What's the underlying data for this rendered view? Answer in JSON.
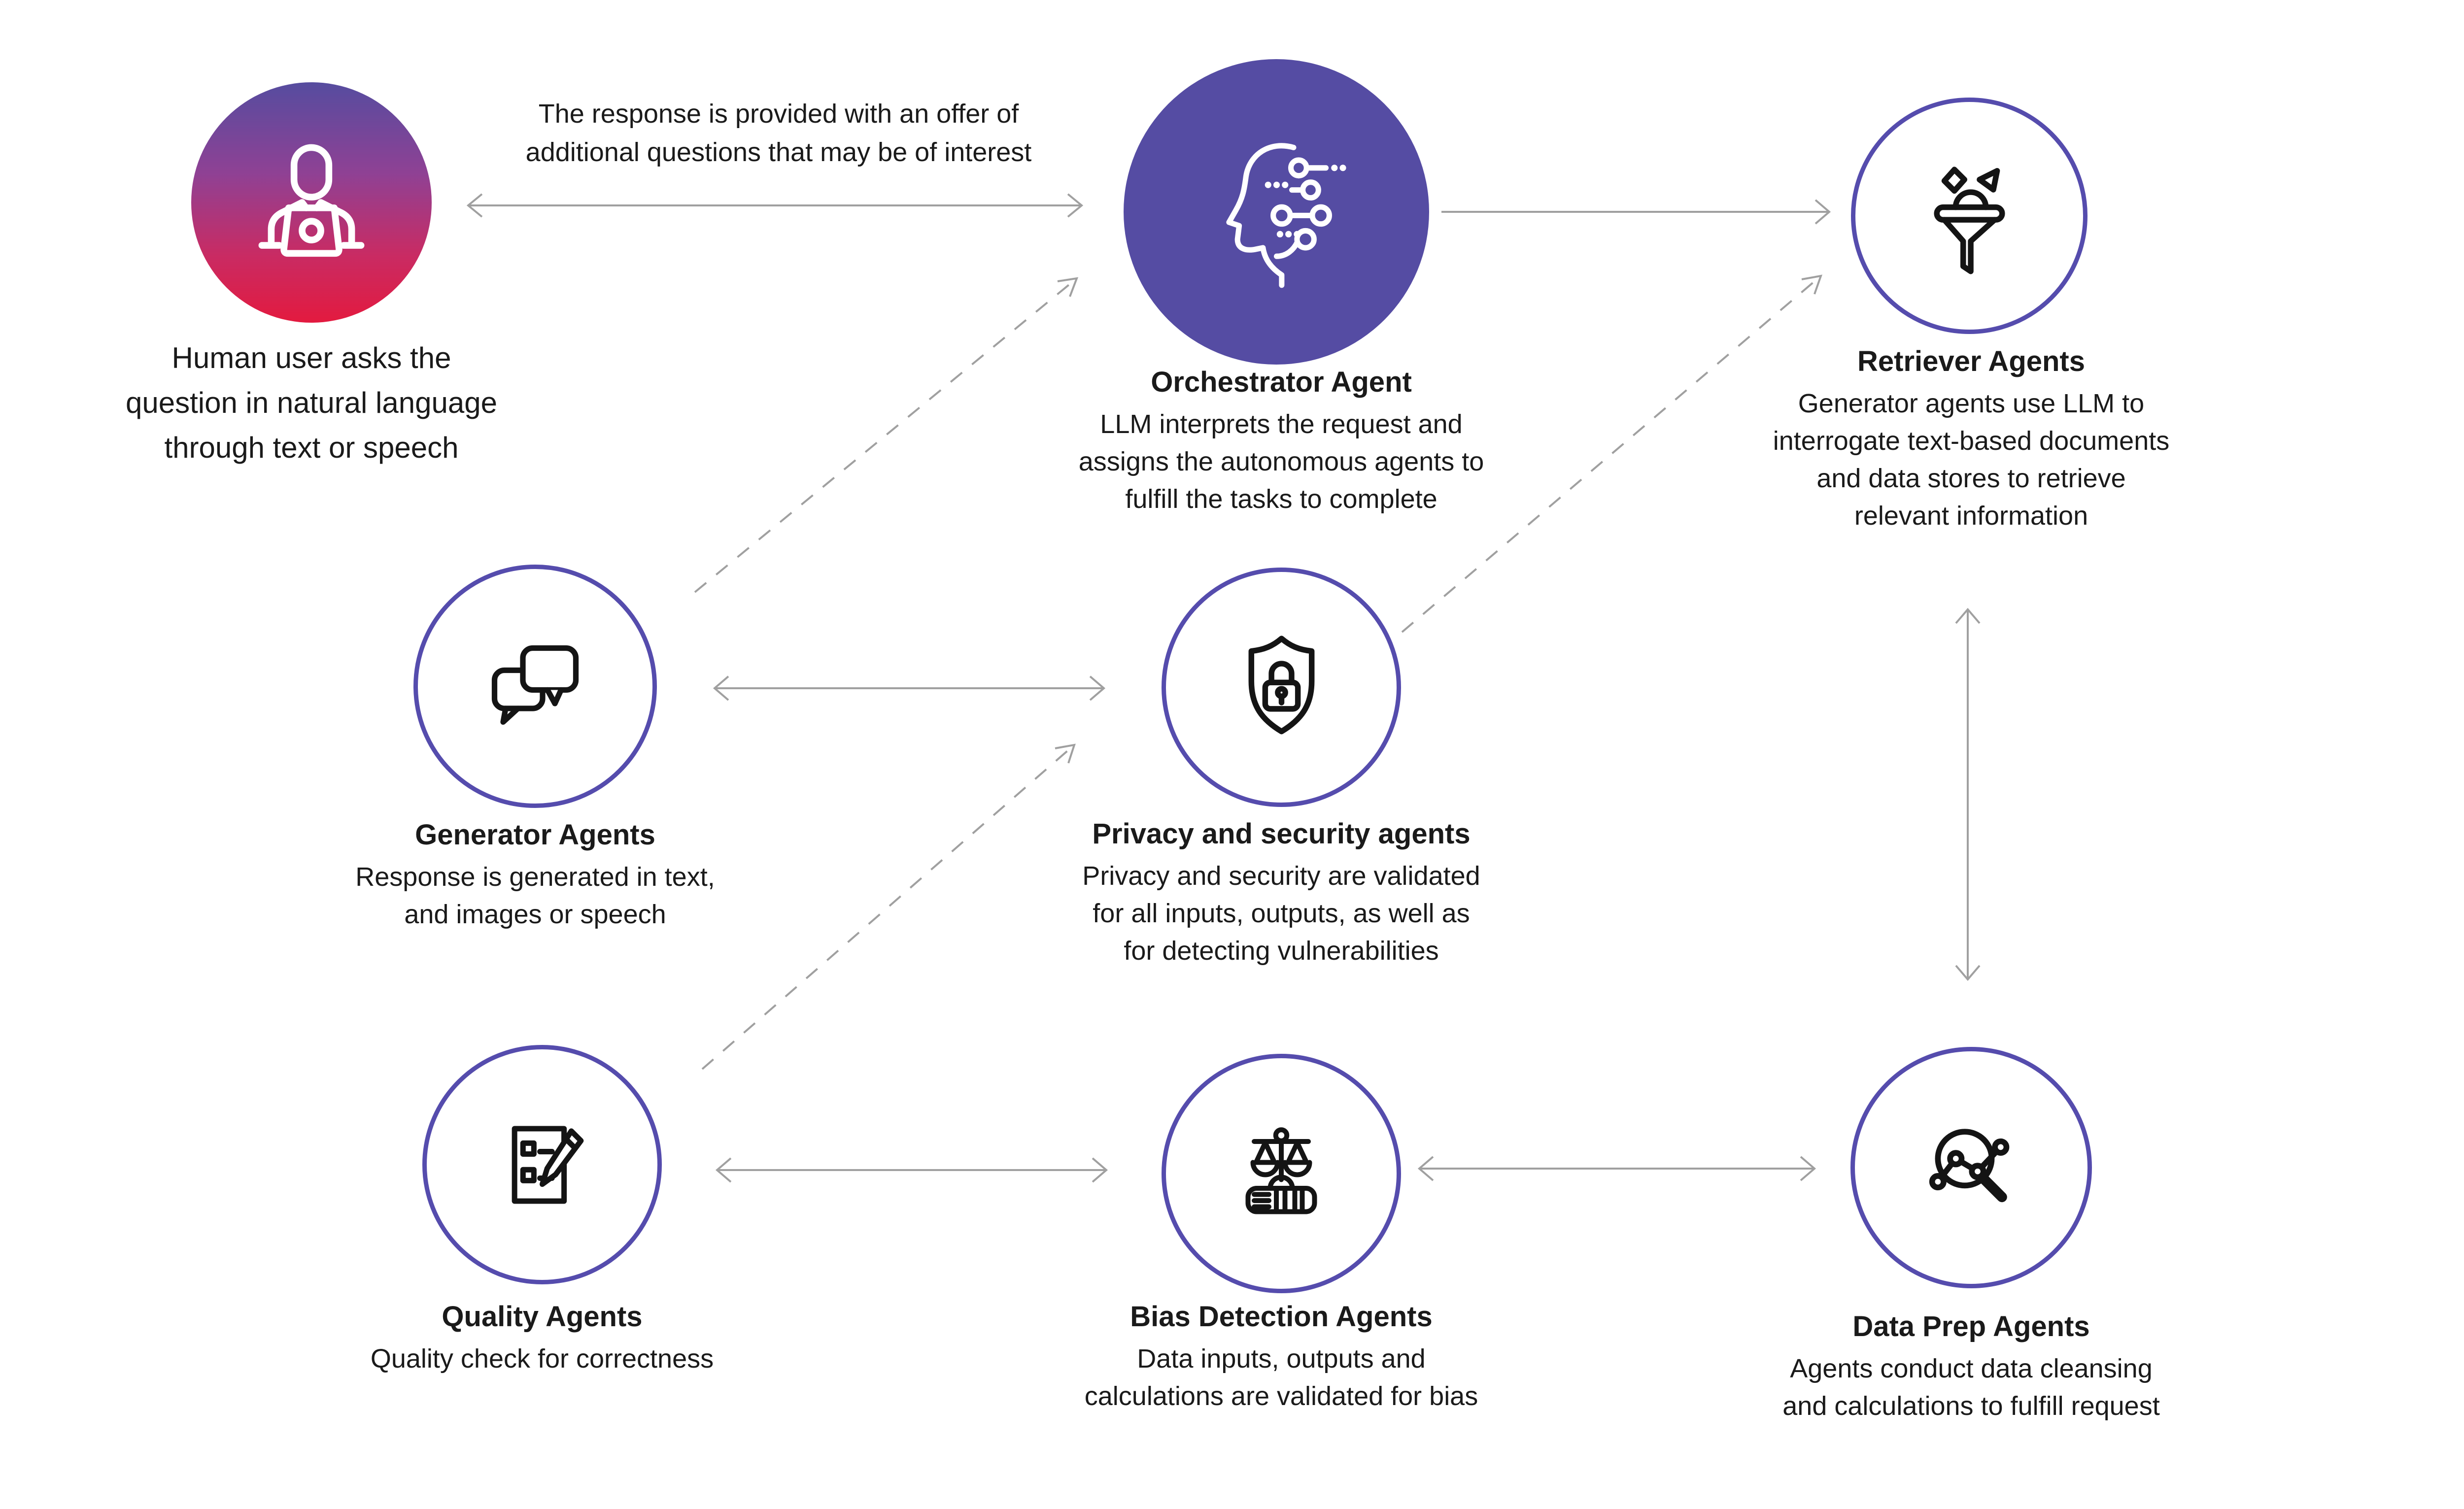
{
  "colors": {
    "orchestrator_fill": "#554CA3",
    "circle_border": "#554CAD",
    "human_gradient_top": "#564C9F",
    "human_gradient_bottom": "#E31A3F",
    "arrow_gray": "#A0A0A0",
    "text_black": "#1A1A1A",
    "icon_black": "#141414",
    "icon_white": "#FFFFFF"
  },
  "annotation": {
    "lines": [
      "The response is provided with an offer of",
      "additional questions that may be of interest"
    ]
  },
  "nodes": {
    "human": {
      "icon": "person-laptop-icon",
      "caption_lines": [
        "Human user asks the",
        "question in natural language",
        "through text or speech"
      ]
    },
    "orchestrator": {
      "icon": "head-circuit-icon",
      "title": "Orchestrator Agent",
      "desc": [
        "LLM interprets the request and",
        "assigns the autonomous agents to",
        "fulfill the tasks to complete"
      ]
    },
    "retriever": {
      "icon": "funnel-icon",
      "title": "Retriever Agents",
      "desc": [
        "Generator agents use LLM to",
        "interrogate text-based documents",
        "and data stores to retrieve",
        "relevant information"
      ]
    },
    "generator": {
      "icon": "chat-bubbles-icon",
      "title": "Generator Agents",
      "desc": [
        "Response is generated in text,",
        "and images or speech"
      ]
    },
    "privacy": {
      "icon": "shield-lock-icon",
      "title": "Privacy and security agents",
      "desc": [
        "Privacy and security are validated",
        "for all inputs, outputs, as well as",
        "for detecting vulnerabilities"
      ]
    },
    "quality": {
      "icon": "checklist-pencil-icon",
      "title": "Quality Agents",
      "desc": [
        "Quality check for correctness"
      ]
    },
    "bias": {
      "icon": "scales-book-icon",
      "title": "Bias Detection Agents",
      "desc": [
        "Data inputs, outputs and",
        "calculations are validated for bias"
      ]
    },
    "dataprep": {
      "icon": "magnifier-chart-icon",
      "title": "Data Prep Agents",
      "desc": [
        "Agents conduct data cleansing",
        "and calculations to fulfill request"
      ]
    }
  },
  "edges": [
    {
      "from": "human",
      "to": "orchestrator",
      "style": "solid",
      "heads": "both"
    },
    {
      "from": "orchestrator",
      "to": "retriever",
      "style": "solid",
      "heads": "end"
    },
    {
      "from": "generator",
      "to": "privacy",
      "style": "solid",
      "heads": "both"
    },
    {
      "from": "quality",
      "to": "bias",
      "style": "solid",
      "heads": "both"
    },
    {
      "from": "bias",
      "to": "dataprep",
      "style": "solid",
      "heads": "both"
    },
    {
      "from": "retriever",
      "to": "dataprep",
      "style": "solid",
      "heads": "both"
    },
    {
      "from": "generator",
      "to": "orchestrator",
      "style": "dashed",
      "heads": "end"
    },
    {
      "from": "quality",
      "to": "privacy",
      "style": "dashed",
      "heads": "end"
    },
    {
      "from": "privacy",
      "to": "retriever",
      "style": "dashed",
      "heads": "end"
    }
  ]
}
